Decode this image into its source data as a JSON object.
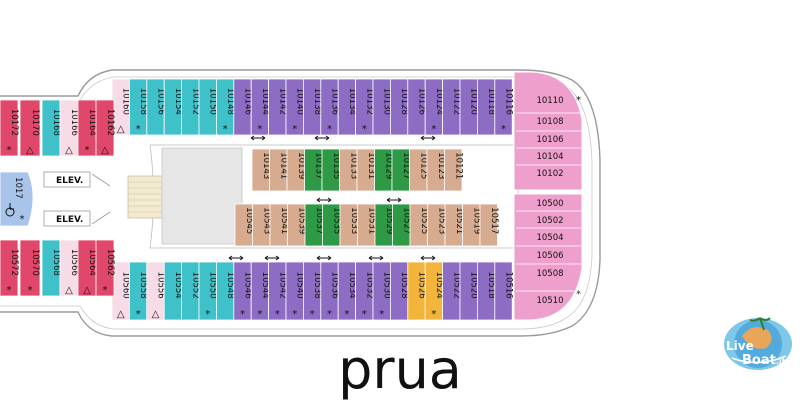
{
  "deck": {
    "bow_label": "prua",
    "elevator_label": "ELEV.",
    "logo": {
      "word1": "Live",
      "word2": "Boat",
      "suffix": ".it"
    },
    "colors": {
      "purple": "#8d6cc4",
      "teal": "#3fc1c9",
      "tan": "#d6ab8f",
      "green": "#2e9a45",
      "pink": "#ef9fcb",
      "red": "#e0476a",
      "light_pink": "#f7dbe7",
      "orange": "#f2b43a",
      "blue": "#a9c4ea",
      "gray": "#e6e6e6",
      "hull": "#9a9a9a"
    },
    "left_cabins": [
      {
        "num": "10172",
        "color": "red",
        "mark": "*"
      },
      {
        "num": "10170",
        "color": "red",
        "mark": "△"
      },
      {
        "num": "10168",
        "color": "teal",
        "mark": ""
      },
      {
        "num": "10166",
        "color": "light_pink",
        "mark": "△"
      },
      {
        "num": "10164",
        "color": "red",
        "mark": "*"
      },
      {
        "num": "10162",
        "color": "red",
        "mark": "△"
      },
      {
        "num": "10572",
        "color": "red",
        "mark": "*"
      },
      {
        "num": "10570",
        "color": "red",
        "mark": "*"
      },
      {
        "num": "10568",
        "color": "teal",
        "mark": ""
      },
      {
        "num": "10566",
        "color": "light_pink",
        "mark": "△"
      },
      {
        "num": "10564",
        "color": "red",
        "mark": "△"
      },
      {
        "num": "10562",
        "color": "red",
        "mark": "*"
      },
      {
        "num": "1017",
        "color": "blue",
        "mark": "*"
      }
    ],
    "top_row": [
      {
        "num": "10160",
        "color": "light_pink",
        "mark": "△"
      },
      {
        "num": "10158",
        "color": "teal",
        "mark": "*"
      },
      {
        "num": "10156",
        "color": "teal",
        "mark": ""
      },
      {
        "num": "10154",
        "color": "teal",
        "mark": ""
      },
      {
        "num": "10152",
        "color": "teal",
        "mark": ""
      },
      {
        "num": "10150",
        "color": "teal",
        "mark": ""
      },
      {
        "num": "10148",
        "color": "teal",
        "mark": "*"
      },
      {
        "num": "10146",
        "color": "purple",
        "mark": ""
      },
      {
        "num": "10144",
        "color": "purple",
        "mark": "*"
      },
      {
        "num": "10142",
        "color": "purple",
        "mark": ""
      },
      {
        "num": "10140",
        "color": "purple",
        "mark": "*"
      },
      {
        "num": "10138",
        "color": "purple",
        "mark": ""
      },
      {
        "num": "10136",
        "color": "purple",
        "mark": "*"
      },
      {
        "num": "10134",
        "color": "purple",
        "mark": ""
      },
      {
        "num": "10132",
        "color": "purple",
        "mark": "*"
      },
      {
        "num": "10130",
        "color": "purple",
        "mark": ""
      },
      {
        "num": "10128",
        "color": "purple",
        "mark": ""
      },
      {
        "num": "10126",
        "color": "purple",
        "mark": ""
      },
      {
        "num": "10124",
        "color": "purple",
        "mark": "*"
      },
      {
        "num": "10122",
        "color": "purple",
        "mark": ""
      },
      {
        "num": "10120",
        "color": "purple",
        "mark": ""
      },
      {
        "num": "10118",
        "color": "purple",
        "mark": ""
      },
      {
        "num": "10116",
        "color": "purple",
        "mark": "*"
      }
    ],
    "bottom_row": [
      {
        "num": "10560",
        "color": "light_pink",
        "mark": "△"
      },
      {
        "num": "10558",
        "color": "teal",
        "mark": "*"
      },
      {
        "num": "10556",
        "color": "light_pink",
        "mark": "△"
      },
      {
        "num": "10554",
        "color": "teal",
        "mark": ""
      },
      {
        "num": "10552",
        "color": "teal",
        "mark": ""
      },
      {
        "num": "10550",
        "color": "teal",
        "mark": "*"
      },
      {
        "num": "10548",
        "color": "teal",
        "mark": ""
      },
      {
        "num": "10546",
        "color": "purple",
        "mark": "*"
      },
      {
        "num": "10544",
        "color": "purple",
        "mark": "*"
      },
      {
        "num": "10542",
        "color": "purple",
        "mark": "*"
      },
      {
        "num": "10540",
        "color": "purple",
        "mark": "*"
      },
      {
        "num": "10538",
        "color": "purple",
        "mark": "*"
      },
      {
        "num": "10536",
        "color": "purple",
        "mark": "*"
      },
      {
        "num": "10534",
        "color": "purple",
        "mark": "*"
      },
      {
        "num": "10532",
        "color": "purple",
        "mark": "*"
      },
      {
        "num": "10530",
        "color": "purple",
        "mark": "*"
      },
      {
        "num": "10528",
        "color": "purple",
        "mark": ""
      },
      {
        "num": "10526",
        "color": "orange",
        "mark": ""
      },
      {
        "num": "10524",
        "color": "orange",
        "mark": "*"
      },
      {
        "num": "10522",
        "color": "purple",
        "mark": ""
      },
      {
        "num": "10520",
        "color": "purple",
        "mark": ""
      },
      {
        "num": "10518",
        "color": "purple",
        "mark": ""
      },
      {
        "num": "10516",
        "color": "purple",
        "mark": ""
      }
    ],
    "inner_top": [
      {
        "num": "10143",
        "color": "tan",
        "mark": ""
      },
      {
        "num": "10141",
        "color": "tan",
        "mark": ""
      },
      {
        "num": "10139",
        "color": "tan",
        "mark": ""
      },
      {
        "num": "10137",
        "color": "green",
        "mark": ""
      },
      {
        "num": "10135",
        "color": "green",
        "mark": ""
      },
      {
        "num": "10133",
        "color": "tan",
        "mark": ""
      },
      {
        "num": "10131",
        "color": "tan",
        "mark": ""
      },
      {
        "num": "10129",
        "color": "green",
        "mark": ""
      },
      {
        "num": "10127",
        "color": "green",
        "mark": ""
      },
      {
        "num": "10125",
        "color": "tan",
        "mark": ""
      },
      {
        "num": "10123",
        "color": "tan",
        "mark": ""
      },
      {
        "num": "10121",
        "color": "tan",
        "mark": ""
      }
    ],
    "inner_bottom": [
      {
        "num": "10545",
        "color": "tan",
        "mark": ""
      },
      {
        "num": "10543",
        "color": "tan",
        "mark": ""
      },
      {
        "num": "10541",
        "color": "tan",
        "mark": ""
      },
      {
        "num": "10539",
        "color": "tan",
        "mark": ""
      },
      {
        "num": "10537",
        "color": "green",
        "mark": ""
      },
      {
        "num": "10535",
        "color": "green",
        "mark": ""
      },
      {
        "num": "10533",
        "color": "tan",
        "mark": ""
      },
      {
        "num": "10531",
        "color": "tan",
        "mark": ""
      },
      {
        "num": "10529",
        "color": "green",
        "mark": ""
      },
      {
        "num": "10527",
        "color": "green",
        "mark": ""
      },
      {
        "num": "10525",
        "color": "tan",
        "mark": ""
      },
      {
        "num": "10523",
        "color": "tan",
        "mark": ""
      },
      {
        "num": "10521",
        "color": "tan",
        "mark": ""
      },
      {
        "num": "10519",
        "color": "tan",
        "mark": ""
      },
      {
        "num": "10517",
        "color": "tan",
        "mark": ""
      }
    ],
    "bow_upper": [
      {
        "num": "10110",
        "mark": "*"
      },
      {
        "num": "10108",
        "mark": ""
      },
      {
        "num": "10106",
        "mark": ""
      },
      {
        "num": "10104",
        "mark": ""
      },
      {
        "num": "10102",
        "mark": ""
      }
    ],
    "bow_lower": [
      {
        "num": "10500",
        "mark": ""
      },
      {
        "num": "10502",
        "mark": ""
      },
      {
        "num": "10504",
        "mark": ""
      },
      {
        "num": "10506",
        "mark": ""
      },
      {
        "num": "10508",
        "mark": ""
      },
      {
        "num": "10510",
        "mark": "*"
      }
    ]
  }
}
